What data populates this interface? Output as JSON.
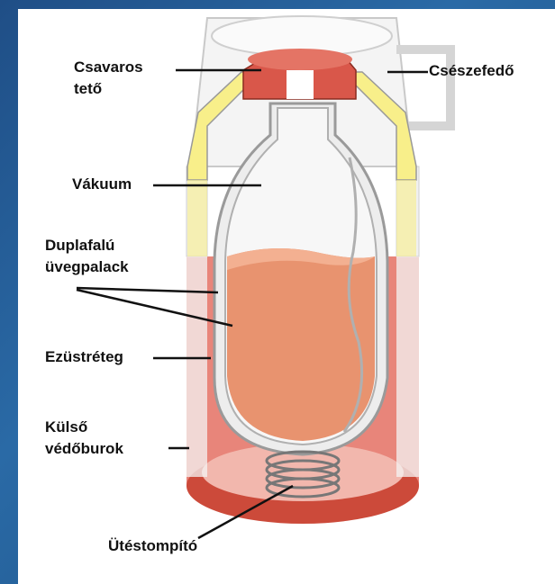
{
  "labels": {
    "screw_cap": [
      "Csavaros",
      "tető"
    ],
    "cup_lid": "Csészefedő",
    "vacuum": "Vákuum",
    "double_wall": [
      "Duplafalú",
      "üvegpalack"
    ],
    "silver_layer": "Ezüstréteg",
    "outer_cover": [
      "Külső",
      "védőburok"
    ],
    "shock_absorber": "Ütéstompító"
  }
}
